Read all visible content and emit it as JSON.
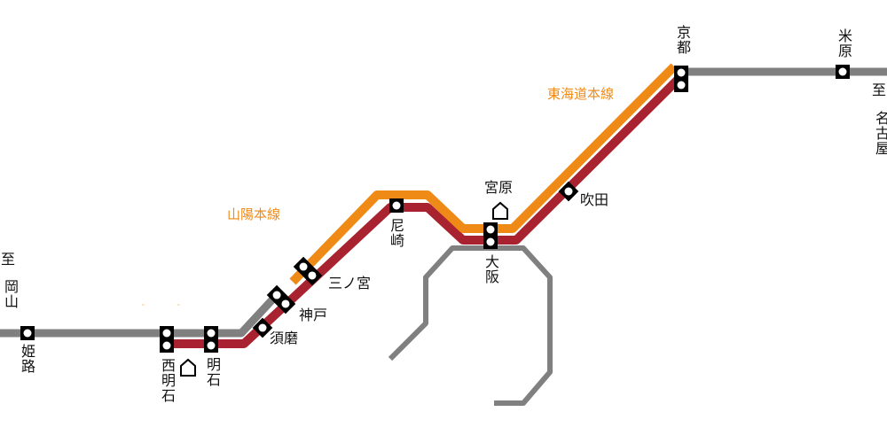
{
  "colors": {
    "tokaido_line": "#ef8a16",
    "sanyo_line": "#a8232f",
    "other_line": "#808080",
    "marker_body": "#000000",
    "marker_dot": "#ffffff"
  },
  "lines": {
    "tokaido_label": "東海道本線",
    "sanyo_label": "山陽本線"
  },
  "directions": {
    "to_okayama_prefix": "至",
    "to_okayama": "岡山",
    "to_nagoya_prefix": "至",
    "to_nagoya": "名古屋"
  },
  "stations": {
    "himeji": "姫路",
    "nishi_akashi": "西明石",
    "akashi": "明石",
    "suma": "須磨",
    "kobe": "神戸",
    "sannomiya": "三ノ宮",
    "amagasaki": "尼崎",
    "miyahara": "宮原",
    "osaka": "大阪",
    "suita": "吹田",
    "kyoto": "京都",
    "maibara": "米原"
  },
  "icons": {
    "depot": "depot-house-icon",
    "stop": "station-marker-icon"
  }
}
